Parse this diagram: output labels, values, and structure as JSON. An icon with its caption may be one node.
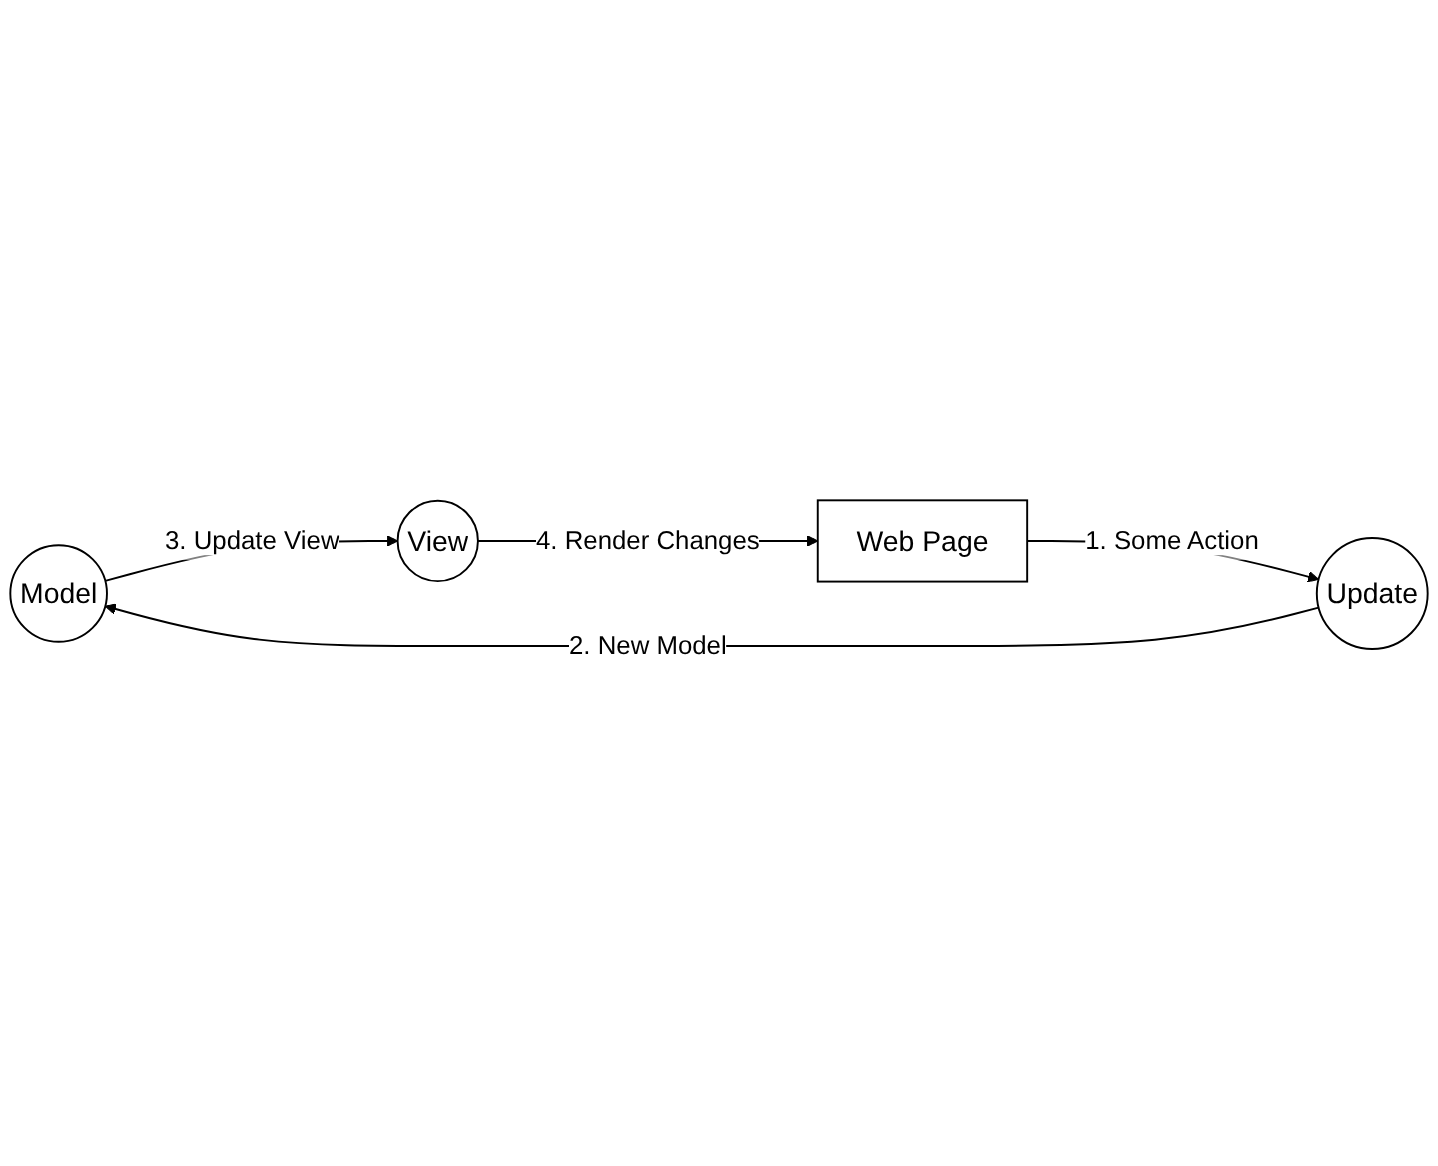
{
  "diagram": {
    "nodes": [
      {
        "text": [
          "Model"
        ]
      },
      {
        "text": [
          "Update"
        ]
      },
      {
        "text": [
          "View"
        ]
      },
      {
        "text": [
          "Web Page"
        ]
      }
    ],
    "edges": [
      {
        "from": 1,
        "to": 0,
        "label": "2. New Model",
        "arrow": "to"
      },
      {
        "from": 0,
        "to": 2,
        "label": "3. Update View",
        "arrow": "to"
      },
      {
        "from": 2,
        "to": 3,
        "label": "4. Render Changes",
        "arrow": "to"
      },
      {
        "from": 3,
        "to": 1,
        "label": "1. Some Action",
        "arrow": "to"
      }
    ]
  }
}
